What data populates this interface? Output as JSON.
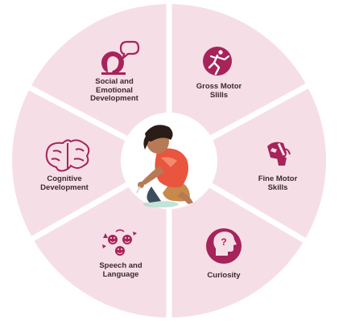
{
  "diagram": {
    "colors": {
      "segment_fill": "#f6dee7",
      "divider": "#ffffff",
      "icon_accent": "#a6245a",
      "label_text": "#3a2a30",
      "center_fill": "#ffffff"
    },
    "center_image": "child-drawing-with-chalk",
    "segments": [
      {
        "id": "social",
        "icon": "speech-bubble-face-icon",
        "label_lines": [
          "Social and",
          "Emotional",
          "Development"
        ]
      },
      {
        "id": "gross",
        "icon": "running-figure-icon",
        "label_lines": [
          "Gross Motor",
          "Slills"
        ]
      },
      {
        "id": "fine",
        "icon": "hand-pencil-icon",
        "label_lines": [
          "Fine Motor",
          "Skills"
        ]
      },
      {
        "id": "curiosity",
        "icon": "head-question-icon",
        "label_lines": [
          "Curiosity"
        ]
      },
      {
        "id": "speech",
        "icon": "emoji-faces-icon",
        "label_lines": [
          "Speech and",
          "Language"
        ]
      },
      {
        "id": "cognitive",
        "icon": "brain-icon",
        "label_lines": [
          "Cognitive",
          "Development"
        ]
      }
    ]
  }
}
